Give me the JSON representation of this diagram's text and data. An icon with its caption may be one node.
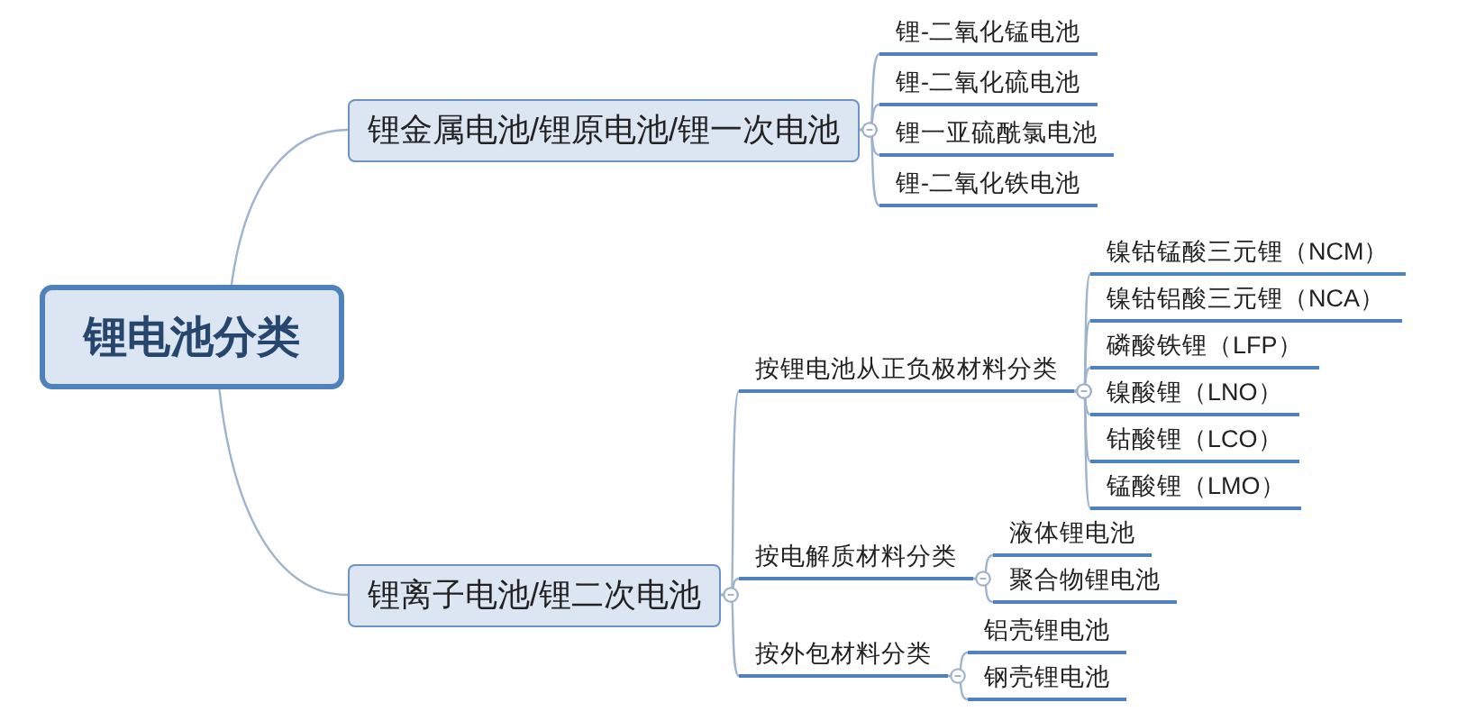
{
  "diagram": {
    "nodes": [
      {
        "text": [
          "锂电池分类"
        ]
      },
      {
        "text": [
          "锂金属电池/锂原电池/锂一次电池"
        ]
      },
      {
        "text": [
          "锂-二氧化锰电池"
        ]
      },
      {
        "text": [
          "锂-二氧化硫电池"
        ]
      },
      {
        "text": [
          "锂一亚硫酰氯电池"
        ]
      },
      {
        "text": [
          "锂-二氧化铁电池"
        ]
      },
      {
        "text": [
          "锂离子电池/锂二次电池"
        ]
      },
      {
        "text": [
          "按锂电池从正负极材料分类"
        ]
      },
      {
        "text": [
          "镍钴锰酸三元锂（NCM）"
        ]
      },
      {
        "text": [
          "镍钴铝酸三元锂（NCA）"
        ]
      },
      {
        "text": [
          "磷酸铁锂（LFP）"
        ]
      },
      {
        "text": [
          "镍酸锂（LNO）"
        ]
      },
      {
        "text": [
          "钴酸锂（LCO）"
        ]
      },
      {
        "text": [
          "锰酸锂（LMO）"
        ]
      },
      {
        "text": [
          "按电解质材料分类"
        ]
      },
      {
        "text": [
          "液体锂电池"
        ]
      },
      {
        "text": [
          "聚合物锂电池"
        ]
      },
      {
        "text": [
          "按外包材料分类"
        ]
      },
      {
        "text": [
          "铝壳锂电池"
        ]
      },
      {
        "text": [
          "钢壳锂电池"
        ]
      }
    ],
    "edges": [
      {
        "from": 0,
        "to": 1,
        "arrow": "none"
      },
      {
        "from": 0,
        "to": 6,
        "arrow": "none"
      },
      {
        "from": 1,
        "to": 2,
        "arrow": "other"
      },
      {
        "from": 1,
        "to": 3,
        "arrow": "other"
      },
      {
        "from": 1,
        "to": 4,
        "arrow": "other"
      },
      {
        "from": 1,
        "to": 5,
        "arrow": "other"
      },
      {
        "from": 6,
        "to": 7,
        "arrow": "other"
      },
      {
        "from": 6,
        "to": 14,
        "arrow": "other"
      },
      {
        "from": 6,
        "to": 17,
        "arrow": "other"
      },
      {
        "from": 7,
        "to": 8,
        "arrow": "other"
      },
      {
        "from": 7,
        "to": 9,
        "arrow": "other"
      },
      {
        "from": 7,
        "to": 10,
        "arrow": "other"
      },
      {
        "from": 7,
        "to": 11,
        "arrow": "other"
      },
      {
        "from": 7,
        "to": 12,
        "arrow": "other"
      },
      {
        "from": 7,
        "to": 13,
        "arrow": "other"
      },
      {
        "from": 14,
        "to": 15,
        "arrow": "other"
      },
      {
        "from": 14,
        "to": 16,
        "arrow": "other"
      },
      {
        "from": 17,
        "to": 18,
        "arrow": "other"
      },
      {
        "from": 17,
        "to": 19,
        "arrow": "other"
      }
    ]
  }
}
